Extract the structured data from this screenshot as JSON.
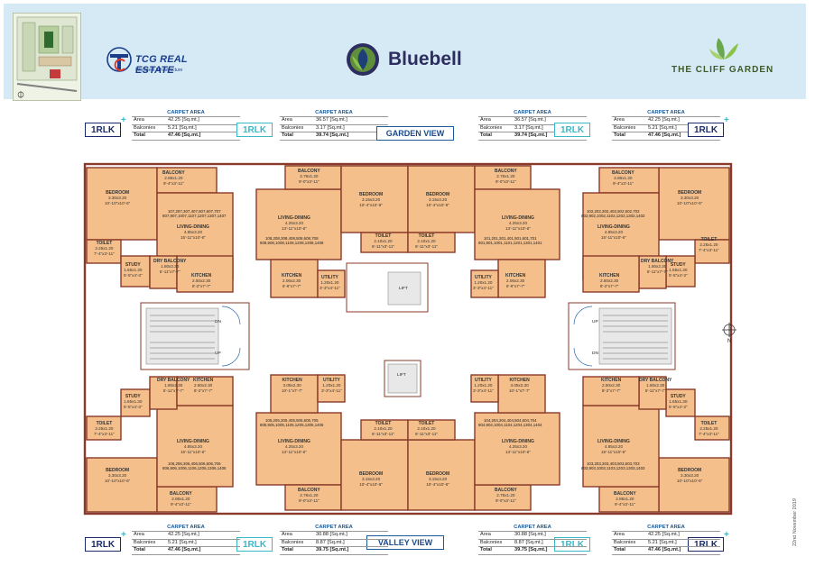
{
  "header": {
    "developer_name": "TCG REAL ESTATE",
    "developer_tagline": "Intelligent Infrastructure",
    "project_name": "Bluebell",
    "parent_project": "THE CLIFF GARDEN"
  },
  "views": {
    "top": "GARDEN VIEW",
    "bottom": "VALLEY VIEW"
  },
  "unit_type": "1RLK",
  "carpet_blocks": [
    {
      "title": "CARPET AREA",
      "area_label": "Area",
      "area": "42.25 [Sq.mt.]",
      "balcony_label": "Balconies",
      "balcony": "5.21 [Sq.mt.]",
      "total_label": "Total",
      "total": "47.46 [Sq.mt.]"
    },
    {
      "title": "CARPET AREA",
      "area_label": "Area",
      "area": "36.57 [Sq.mt.]",
      "balcony_label": "Balconies",
      "balcony": "3.17 [Sq.mt.]",
      "total_label": "Total",
      "total": "39.74 [Sq.mt.]"
    },
    {
      "title": "CARPET AREA",
      "area_label": "Area",
      "area": "36.57 [Sq.mt.]",
      "balcony_label": "Balconies",
      "balcony": "3.17 [Sq.mt.]",
      "total_label": "Total",
      "total": "39.74 [Sq.mt.]"
    },
    {
      "title": "CARPET AREA",
      "area_label": "Area",
      "area": "42.25 [Sq.mt.]",
      "balcony_label": "Balconies",
      "balcony": "5.21 [Sq.mt.]",
      "total_label": "Total",
      "total": "47.46 [Sq.mt.]"
    },
    {
      "title": "CARPET AREA",
      "area_label": "Area",
      "area": "42.25 [Sq.mt.]",
      "balcony_label": "Balconies",
      "balcony": "5.21 [Sq.mt.]",
      "total_label": "Total",
      "total": "47.46 [Sq.mt.]"
    },
    {
      "title": "CARPET AREA",
      "area_label": "Area",
      "area": "30.88 [Sq.mt.]",
      "balcony_label": "Balconies",
      "balcony": "8.87 [Sq.mt.]",
      "total_label": "Total",
      "total": "39.75 [Sq.mt.]"
    },
    {
      "title": "CARPET AREA",
      "area_label": "Area",
      "area": "30.88 [Sq.mt.]",
      "balcony_label": "Balconies",
      "balcony": "8.87 [Sq.mt.]",
      "total_label": "Total",
      "total": "39.75 [Sq.mt.]"
    },
    {
      "title": "CARPET AREA",
      "area_label": "Area",
      "area": "42.25 [Sq.mt.]",
      "balcony_label": "Balconies",
      "balcony": "5.21 [Sq.mt.]",
      "total_label": "Total",
      "total": "47.46 [Sq.mt.]"
    }
  ],
  "rooms": {
    "balcony": "BALCONY",
    "bedroom": "BEDROOM",
    "living_dining": "LIVING-DINING",
    "kitchen": "KITCHEN",
    "toilet": "TOILET",
    "study": "STUDY",
    "dry_balcony": "DRY BALCONY",
    "utility": "UTILITY",
    "lift": "LIFT",
    "up": "UP",
    "dn": "DN",
    "north": "N"
  },
  "room_dims": {
    "balcony_a": "2.86x1.20",
    "balcony_a_ft": "9'-4\"x3'-11\"",
    "balcony_b": "2.76x1.20",
    "balcony_b_ft": "9'-0\"x3'-11\"",
    "bedroom_a": "3.30x3.20",
    "bedroom_a_ft": "10'-10\"x10'-6\"",
    "bedroom_b": "3.15x3.20",
    "bedroom_b_ft": "10'-4\"x10'-6\"",
    "living_a": "4.85x3.20",
    "living_a_ft": "15'-11\"x10'-6\"",
    "living_b": "4.25x3.20",
    "living_b_ft": "13'-11\"x10'-6\"",
    "kitchen_a": "2.50x2.30",
    "kitchen_a_ft": "8'-2\"x7'-7\"",
    "kitchen_b": "3.05x2.30",
    "kitchen_b_ft": "10'-1\"x7'-7\"",
    "kitchen_c": "2.06x2.30",
    "kitchen_c_ft": "6'-9\"x7'-7\"",
    "toilet_a": "2.25x1.20",
    "toilet_a_ft": "7'-4\"x3'-11\"",
    "toilet_b": "2.10x1.20",
    "toilet_b_ft": "6'-11\"x3'-11\"",
    "study_a": "1.65x1.30",
    "study_a_ft": "5'-5\"x4'-3\"",
    "dry_a": "1.80x2.30",
    "dry_a_ft": "5'-11\"x7'-7\"",
    "utility_a": "1.20x1.20",
    "utility_a_ft": "3'-3\"x4'-11\""
  },
  "unit_numbers": {
    "tl_1": "107,207,307,407,507,607,707",
    "tl_2": "807,907,1007,1107,1207,1307,1407",
    "tm_1": "108,208,308,408,508,608,708",
    "tm_2": "808,908,1008,1108,1208,1308,1408",
    "tc_1": "101,201,301,401,501,601,701",
    "tc_2": "801,901,1001,1101,1201,1301,1401",
    "tr_1": "102,202,302,402,502,602,702",
    "tr_2": "802,902,1002,1102,1202,1302,1402",
    "bl_1": "106,206,306,406,506,606,706",
    "bl_2": "806,906,1006,1106,1206,1306,1406",
    "bm_1": "105,205,305,405,505,605,705",
    "bm_2": "805,905,1005,1105,1205,1305,1405",
    "bc_1": "104,204,304,404,504,604,704",
    "bc_2": "804,904,1004,1104,1204,1304,1404",
    "br_1": "103,203,303,403,503,603,703",
    "br_2": "803,903,1003,1103,1203,1303,1403"
  },
  "date": "22nd November 2019",
  "colors": {
    "header_bg": "#d6eaf6",
    "room_fill": "#f4bf8a",
    "room_fill_dark": "#e9a96b",
    "wall": "#8a3a2a",
    "accent_blue": "#1a5a9a",
    "rlk_teal": "#39b8c8"
  }
}
